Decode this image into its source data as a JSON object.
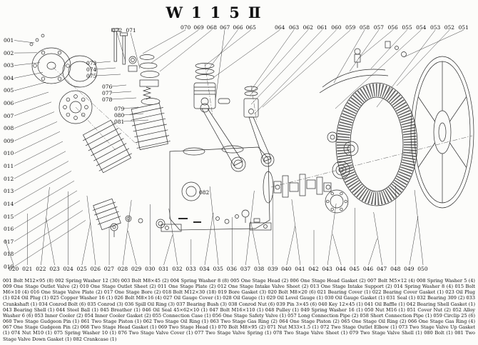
{
  "title": "W115Ⅱ",
  "labels": {
    "left": [
      "001",
      "002",
      "003",
      "004",
      "005",
      "006",
      "007",
      "008",
      "009",
      "010",
      "011",
      "012",
      "013",
      "014",
      "015",
      "016",
      "017",
      "018",
      "019"
    ],
    "top_group1": [
      "072",
      "071"
    ],
    "top_group2": [
      "070",
      "069",
      "068",
      "067",
      "066",
      "065"
    ],
    "top_group3": [
      "064",
      "063",
      "062",
      "061",
      "060",
      "059",
      "058",
      "057",
      "056",
      "055",
      "054",
      "053",
      "052",
      "051"
    ],
    "bottom": [
      "020",
      "021",
      "022",
      "023",
      "024",
      "025",
      "026",
      "027",
      "028",
      "029",
      "030",
      "031",
      "032",
      "033",
      "034",
      "035",
      "036",
      "037",
      "038",
      "039",
      "040",
      "041",
      "042",
      "043",
      "044",
      "045",
      "046",
      "047",
      "048",
      "049",
      "050"
    ],
    "inner": [
      "073",
      "074",
      "075",
      "076",
      "077",
      "078",
      "079",
      "080",
      "081",
      "082"
    ]
  },
  "parts": [
    {
      "no": "001",
      "name": "Bolt M12×95",
      "qty": "8"
    },
    {
      "no": "002",
      "name": "Spring Washer 12",
      "qty": "30"
    },
    {
      "no": "003",
      "name": "Bolt M8×45",
      "qty": "2"
    },
    {
      "no": "004",
      "name": "Spring Washer 8",
      "qty": "8"
    },
    {
      "no": "005",
      "name": "One Stage Head",
      "qty": "2"
    },
    {
      "no": "006",
      "name": "One Stage Head Gasket",
      "qty": "2"
    },
    {
      "no": "007",
      "name": "Bolt M5×12",
      "qty": "4"
    },
    {
      "no": "008",
      "name": "Spring Washer 5",
      "qty": "4"
    },
    {
      "no": "009",
      "name": "One Stage Outlet Valve",
      "qty": "2"
    },
    {
      "no": "010",
      "name": "One Stage Outlet Sheet",
      "qty": "2"
    },
    {
      "no": "011",
      "name": "One Stage Plate",
      "qty": "2"
    },
    {
      "no": "012",
      "name": "One Stage Intake Valve Sheet",
      "qty": "2"
    },
    {
      "no": "013",
      "name": "One Stage Intake Support",
      "qty": "2"
    },
    {
      "no": "014",
      "name": "Spring Washer 8",
      "qty": "4"
    },
    {
      "no": "015",
      "name": "Bolt M6×10",
      "qty": "4"
    },
    {
      "no": "016",
      "name": "One Stage Valve Plate",
      "qty": "2"
    },
    {
      "no": "017",
      "name": "One Stage Bore",
      "qty": "2"
    },
    {
      "no": "018",
      "name": "Bolt M12×30",
      "qty": "18"
    },
    {
      "no": "019",
      "name": "Bore Gasket",
      "qty": "3"
    },
    {
      "no": "020",
      "name": "Bolt M8×20",
      "qty": "6"
    },
    {
      "no": "021",
      "name": "Bearing Cover",
      "qty": "1"
    },
    {
      "no": "022",
      "name": "Bearing Cover Gasket",
      "qty": "1"
    },
    {
      "no": "023",
      "name": "Oil Plug",
      "qty": "1"
    },
    {
      "no": "024",
      "name": "Oil Plug",
      "qty": "1"
    },
    {
      "no": "025",
      "name": "Copper Washer 16",
      "qty": "1"
    },
    {
      "no": "026",
      "name": "Bolt M8×16",
      "qty": "4"
    },
    {
      "no": "027",
      "name": "Oil Gauge Cover",
      "qty": "1"
    },
    {
      "no": "028",
      "name": "Oil Gauge",
      "qty": "1"
    },
    {
      "no": "029",
      "name": "Oil Level Gauge",
      "qty": "1"
    },
    {
      "no": "030",
      "name": "Oil Gauge Gasket",
      "qty": "1"
    },
    {
      "no": "031",
      "name": "Seal",
      "qty": "1"
    },
    {
      "no": "032",
      "name": "Bearing 309",
      "qty": "2"
    },
    {
      "no": "033",
      "name": "Crankshaft",
      "qty": "1"
    },
    {
      "no": "034",
      "name": "Conrod Bolt",
      "qty": "6"
    },
    {
      "no": "035",
      "name": "Conrod",
      "qty": "3"
    },
    {
      "no": "036",
      "name": "Spill Oil Ring",
      "qty": "3"
    },
    {
      "no": "037",
      "name": "Bearing Bush",
      "qty": "3"
    },
    {
      "no": "038",
      "name": "Conrod Nut",
      "qty": "6"
    },
    {
      "no": "039",
      "name": "Pin 3×45",
      "qty": "6"
    },
    {
      "no": "040",
      "name": "Key 12×45",
      "qty": "1"
    },
    {
      "no": "041",
      "name": "Oil Baffle",
      "qty": "1"
    },
    {
      "no": "042",
      "name": "Bearing Shell Gasket",
      "qty": "1"
    },
    {
      "no": "043",
      "name": "Bearing Shell",
      "qty": "1"
    },
    {
      "no": "044",
      "name": "Steel Ball",
      "qty": "1"
    },
    {
      "no": "045",
      "name": "Breather",
      "qty": "1"
    },
    {
      "no": "046",
      "name": "Oil Seal 45×62×10",
      "qty": "1"
    },
    {
      "no": "047",
      "name": "Bolt M16×110",
      "qty": "1"
    },
    {
      "no": "048",
      "name": "Pulley",
      "qty": "1"
    },
    {
      "no": "049",
      "name": "Spring Washer 16",
      "qty": "1"
    },
    {
      "no": "050",
      "name": "Nut M16",
      "qty": "1"
    },
    {
      "no": "051",
      "name": "Cover Nut",
      "qty": "2"
    },
    {
      "no": "052",
      "name": "Alloy Washer 6",
      "qty": "6"
    },
    {
      "no": "053",
      "name": "Inner Cooler",
      "qty": "2"
    },
    {
      "no": "054",
      "name": "Inner Cooler Gasket",
      "qty": "2"
    },
    {
      "no": "055",
      "name": "Connection Case",
      "qty": "1"
    },
    {
      "no": "056",
      "name": "One Stage Safety Valve",
      "qty": "1"
    },
    {
      "no": "057",
      "name": "Long Connection Pipe",
      "qty": "2"
    },
    {
      "no": "058",
      "name": "Short Connection Pipe",
      "qty": "1"
    },
    {
      "no": "059",
      "name": "Circlip 25",
      "qty": "6"
    },
    {
      "no": "060",
      "name": "Two Stage Gudgeon Pin",
      "qty": "1"
    },
    {
      "no": "061",
      "name": "Two Stage Piston",
      "qty": "1"
    },
    {
      "no": "062",
      "name": "Two Stage Oil Ring",
      "qty": "1"
    },
    {
      "no": "063",
      "name": "Two Stage Gas Ring",
      "qty": "2"
    },
    {
      "no": "064",
      "name": "One Stage Piston",
      "qty": "2"
    },
    {
      "no": "065",
      "name": "One Stage Oil Ring",
      "qty": "2"
    },
    {
      "no": "066",
      "name": "One Stage Gas Ring",
      "qty": "4"
    },
    {
      "no": "067",
      "name": "One Stage Gudgeon Pin",
      "qty": "2"
    },
    {
      "no": "068",
      "name": "Two Stage Head Gasket",
      "qty": "1"
    },
    {
      "no": "069",
      "name": "Two Stage Head",
      "qty": "1"
    },
    {
      "no": "070",
      "name": "Bolt M8×95",
      "qty": "2"
    },
    {
      "no": "071",
      "name": "Nut M33×1.5",
      "qty": "1"
    },
    {
      "no": "072",
      "name": "Two Stage Outlet Elbow",
      "qty": "1"
    },
    {
      "no": "073",
      "name": "Two Stage Valve Up Gasket",
      "qty": "1"
    },
    {
      "no": "074",
      "name": "Nut M10",
      "qty": "1"
    },
    {
      "no": "075",
      "name": "Spring Washer 10",
      "qty": "1"
    },
    {
      "no": "076",
      "name": "Two Stage Valve Cover",
      "qty": "1"
    },
    {
      "no": "077",
      "name": "Two Stage Valve Spring",
      "qty": "1"
    },
    {
      "no": "078",
      "name": "Two Stage Valve Sheet",
      "qty": "1"
    },
    {
      "no": "079",
      "name": "Two Stage Valve Shell",
      "qty": "1"
    },
    {
      "no": "080",
      "name": "Bolt",
      "qty": "1"
    },
    {
      "no": "081",
      "name": "Two Stage Valve Down Gasket",
      "qty": "1"
    },
    {
      "no": "082",
      "name": "Crankcase",
      "qty": "1"
    }
  ]
}
